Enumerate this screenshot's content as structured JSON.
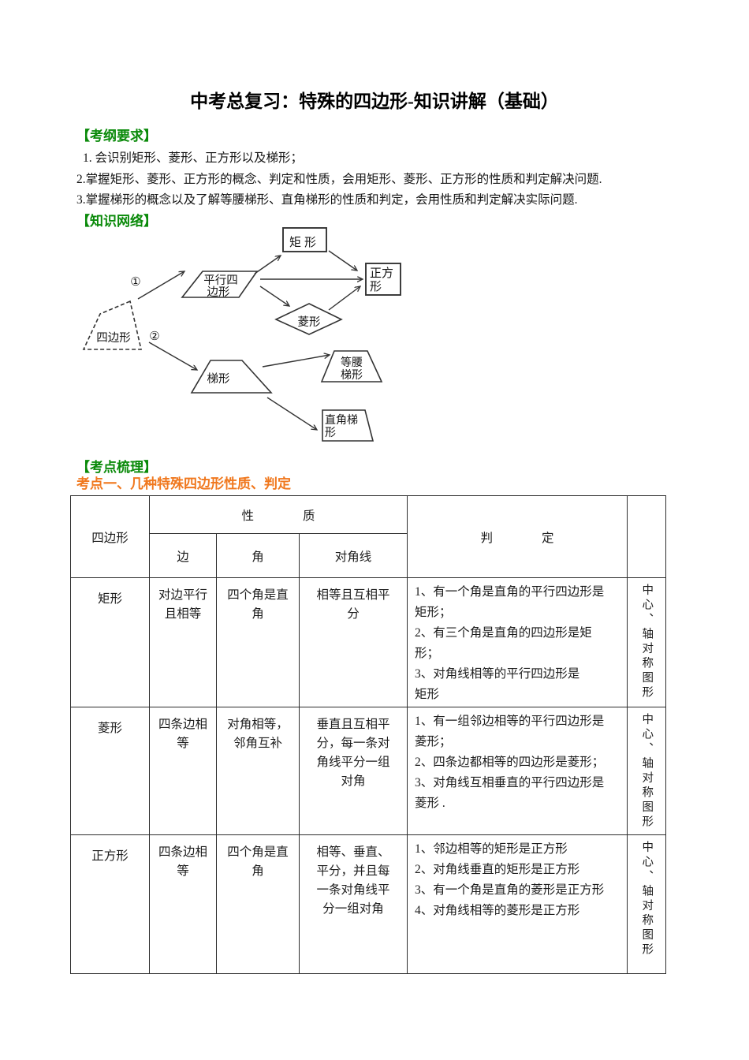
{
  "title": "中考总复习：特殊的四边形-知识讲解（基础）",
  "colors": {
    "section_green": "#0A8A0A",
    "topic_orange": "#F0781E"
  },
  "sections": {
    "outline_header": "【考纲要求】",
    "outline_items": [
      "1.  会识别矩形、菱形、正方形以及梯形；",
      "2.掌握矩形、菱形、正方形的概念、判定和性质，会用矩形、菱形、正方形的性质和判定解决问题.",
      "3.掌握梯形的概念以及了解等腰梯形、直角梯形的性质和判定，会用性质和判定解决实际问题."
    ],
    "network_header": "【知识网络】",
    "points_header": "【考点梳理】",
    "topic1_title": "考点一、几种特殊四边形性质、判定"
  },
  "diagram": {
    "nodes": {
      "quadrilateral": "四边形",
      "parallelogram_line1": "平行四",
      "parallelogram_line2": "边形",
      "rectangle": "矩形",
      "square_line1": "正方",
      "square_line2": "形",
      "rhombus": "菱形",
      "trapezoid": "梯形",
      "isosceles_line1": "等腰",
      "isosceles_line2": "梯形",
      "right_trapezoid_line1": "直角梯",
      "right_trapezoid_line2": "形",
      "label1": "①",
      "label2": "②"
    }
  },
  "table": {
    "headers": {
      "col_quadrilateral": "四边形",
      "properties": "性　　　　质",
      "judgement": "判　　　　定",
      "sub_side": "边",
      "sub_angle": "角",
      "sub_diagonal": "对角线"
    },
    "rows": [
      {
        "name": "矩形",
        "side": "对边平行\n且相等",
        "angle": "四个角是直\n角",
        "diagonal": "相等且互相平\n分",
        "judgement": "1、有一个角是直角的平行四边形是\n矩形；\n2、有三个角是直角的四边形是矩\n形；\n3、对角线相等的平行四边形是\n矩形",
        "symmetry": "中心、轴对称图形"
      },
      {
        "name": "菱形",
        "side": "四条边相\n等",
        "angle": "对角相等，\n邻角互补",
        "diagonal": "垂直且互相平\n分，每一条对\n角线平分一组\n对角",
        "judgement": "1、有一组邻边相等的平行四边形是\n菱形；\n2、四条边都相等的四边形是菱形；\n3、对角线互相垂直的平行四边形是\n菱形 .",
        "symmetry": "中心、轴对称图形"
      },
      {
        "name": "正方形",
        "side": "四条边相\n等",
        "angle": "四个角是直\n角",
        "diagonal": "相等、垂直、\n平分，并且每\n一条对角线平\n分一组对角",
        "judgement": "1、邻边相等的矩形是正方形\n2、对角线垂直的矩形是正方形\n3、有一个角是直角的菱形是正方形\n4、对角线相等的菱形是正方形",
        "symmetry": "中心、轴对称图形"
      }
    ]
  }
}
